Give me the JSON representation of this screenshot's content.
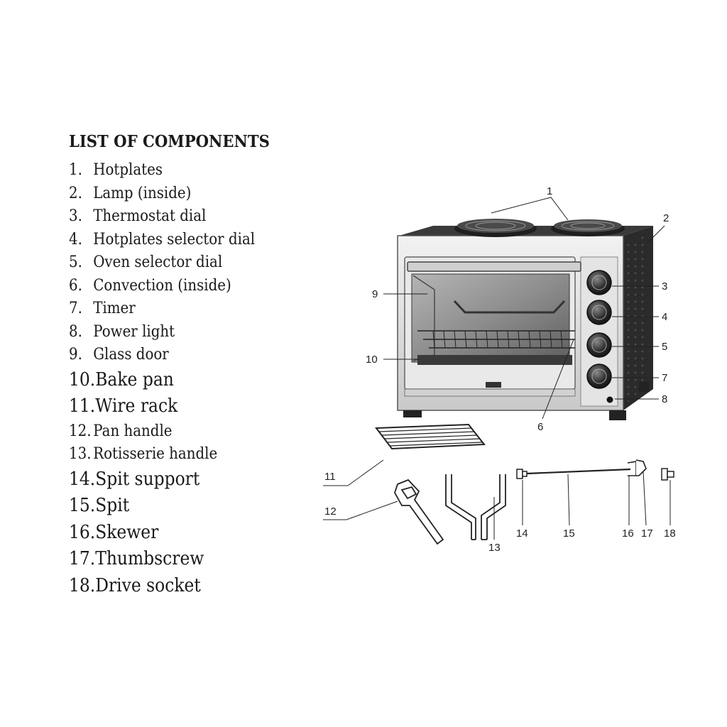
{
  "heading": "LIST OF COMPONENTS",
  "components": [
    {
      "num": "1.",
      "label": "Hotplates"
    },
    {
      "num": "2.",
      "label": "Lamp (inside)"
    },
    {
      "num": "3.",
      "label": "Thermostat dial"
    },
    {
      "num": "4.",
      "label": "Hotplates selector dial"
    },
    {
      "num": "5.",
      "label": "Oven selector dial"
    },
    {
      "num": "6.",
      "label": "Convection (inside)"
    },
    {
      "num": "7.",
      "label": "Timer"
    },
    {
      "num": "8.",
      "label": "Power light"
    },
    {
      "num": "9.",
      "label": "Glass door"
    },
    {
      "num": "10.",
      "label": "Bake pan"
    },
    {
      "num": "11.",
      "label": "Wire rack"
    },
    {
      "num": "12.",
      "label": "Pan handle"
    },
    {
      "num": "13.",
      "label": "Rotisserie handle"
    },
    {
      "num": "14.",
      "label": "Spit support"
    },
    {
      "num": "15.",
      "label": "Spit"
    },
    {
      "num": "16.",
      "label": "Skewer"
    },
    {
      "num": "17.",
      "label": "Thumbscrew"
    },
    {
      "num": "18.",
      "label": "Drive socket"
    }
  ],
  "callouts": {
    "c1": "1",
    "c2": "2",
    "c3": "3",
    "c4": "4",
    "c5": "5",
    "c6": "6",
    "c7": "7",
    "c8": "8",
    "c9": "9",
    "c10": "10",
    "c11": "11",
    "c12": "12",
    "c13": "13",
    "c14": "14",
    "c15": "15",
    "c16": "16",
    "c17": "17",
    "c18": "18"
  },
  "colors": {
    "ink": "#1a1a1a",
    "oven_body_dark": "#2b2b2b",
    "oven_front_silver": "#d9d9d9",
    "glass": "#9a9a9a"
  }
}
